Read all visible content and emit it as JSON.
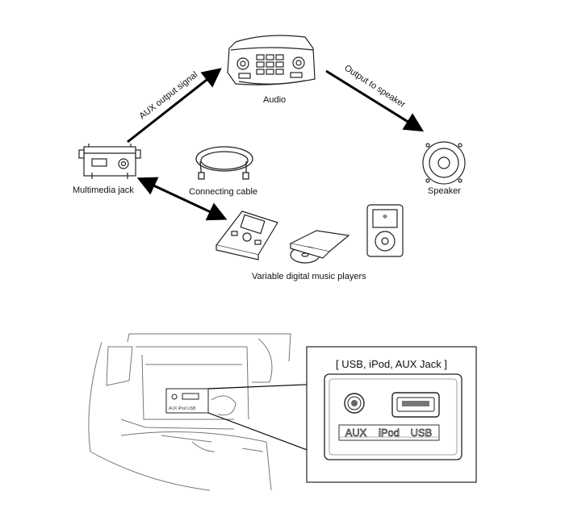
{
  "top_diagram": {
    "audio_label": "Audio",
    "multimedia_jack_label": "Multimedia jack",
    "connecting_cable_label": "Connecting cable",
    "speaker_label": "Speaker",
    "players_label": "Variable digital music players",
    "aux_output_label": "AUX output signal",
    "output_speaker_label": "Output to speaker"
  },
  "bottom_diagram": {
    "callout_title": "[ USB, iPod, AUX Jack ]",
    "port_labels": [
      "AUX",
      "iPod",
      "USB"
    ],
    "small_port_text": "AUX iPod USB"
  }
}
